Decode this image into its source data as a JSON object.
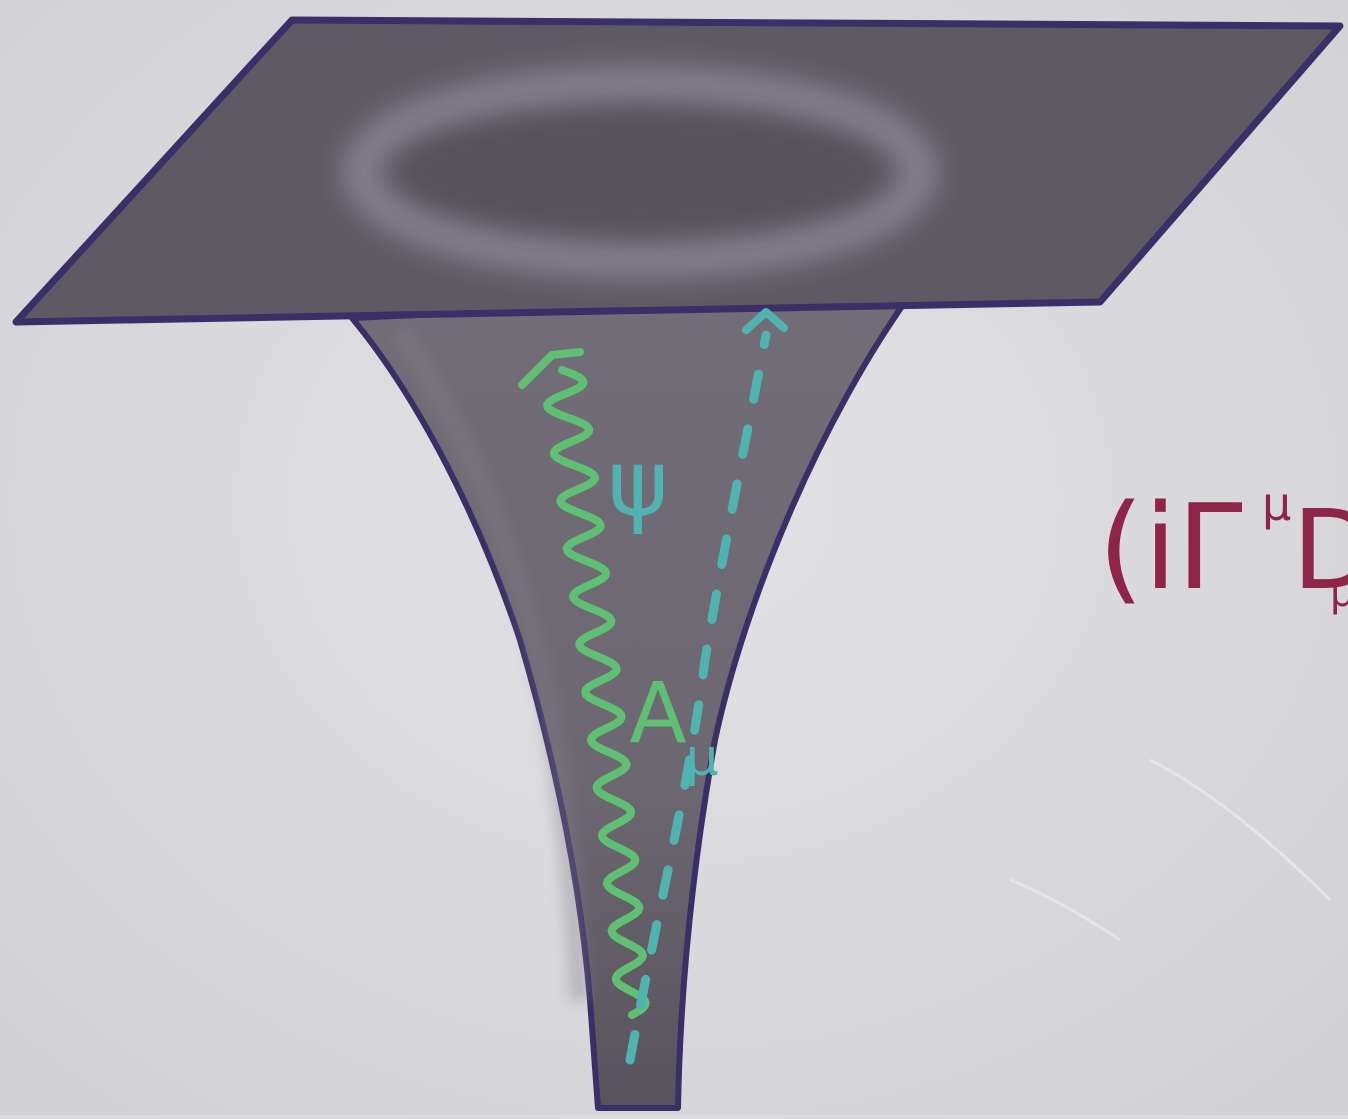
{
  "labels": {
    "psi": "ψ",
    "gauge_field": "A",
    "gauge_index": "μ",
    "equation_fragment": "(iΓ",
    "equation_superscript": "μ",
    "equation_D": "D",
    "equation_subscript": "μ"
  },
  "colors": {
    "paper": "#dcdcdf",
    "membrane_fill": "#5e5a63",
    "throat_fill": "#6b666f",
    "outline": "#3a2f66",
    "glow": "#8d8796",
    "wave_line": "#5fbf73",
    "dashed_line": "#4fb3b0",
    "equation_ink": "#8e2448"
  },
  "icons": {
    "wavy_arrow": "wavy-up-arrow-icon",
    "dashed_arrow": "dashed-up-arrow-icon"
  }
}
